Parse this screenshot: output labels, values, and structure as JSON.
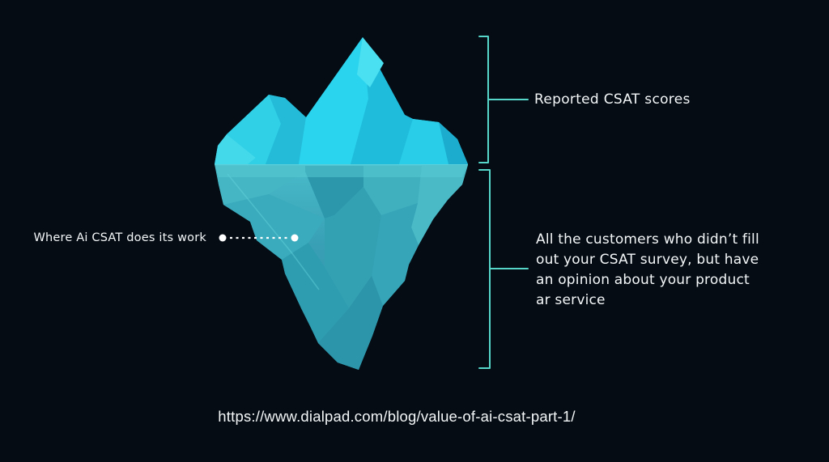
{
  "annotations": {
    "top_label": "Reported CSAT scores",
    "bottom_label": "All the customers who didn’t fill\nout your CSAT survey, but have\nan opinion about your product\nar service",
    "left_label": "Where Ai CSAT does its work"
  },
  "footer": {
    "url": "https://www.dialpad.com/blog/value-of-ai-csat-part-1/"
  },
  "illustration": {
    "name": "low-poly-iceberg",
    "above_water_meaning": "Reported CSAT scores",
    "below_water_meaning": "Customers who didn't fill out the CSAT survey",
    "pointer_meaning": "Where Ai CSAT does its work"
  },
  "colors": {
    "background": "#050c14",
    "bracket": "#55d6c9",
    "text": "#f4f7f8",
    "connector": "#ffffff",
    "iceberg_above_water": "#27c8e4",
    "iceberg_below_water": "#38a7ba"
  }
}
